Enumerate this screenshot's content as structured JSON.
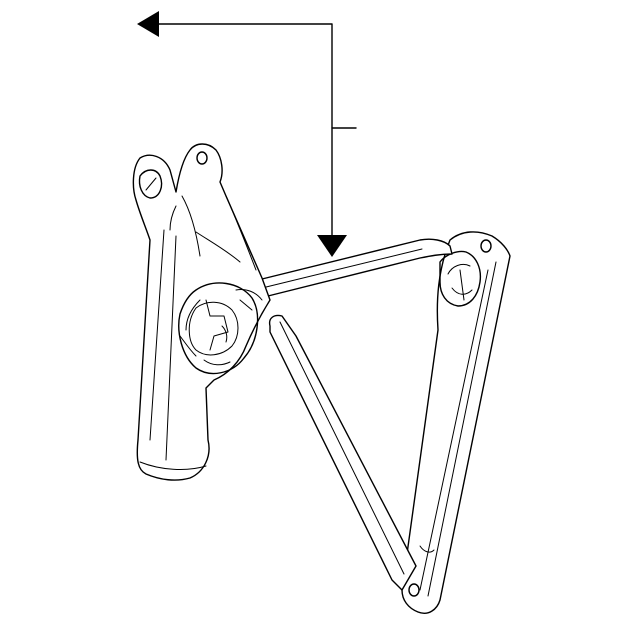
{
  "diagram": {
    "subject": "window-regulator-assembly",
    "callouts": [
      {
        "id": "leader-arrow-left",
        "direction": "left"
      },
      {
        "id": "leader-arrow-down",
        "direction": "down"
      }
    ],
    "colors": {
      "line": "#000000",
      "background": "#ffffff"
    }
  }
}
